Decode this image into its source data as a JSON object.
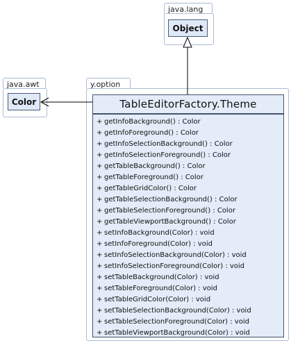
{
  "packages": {
    "java_lang": {
      "name": "java.lang",
      "class_name": "Object"
    },
    "java_awt": {
      "name": "java.awt",
      "class_name": "Color"
    },
    "y_option": {
      "name": "y.option"
    }
  },
  "main_class": {
    "name": "TableEditorFactory.Theme",
    "visibility_symbol": "+",
    "methods": [
      "getInfoBackground() : Color",
      "getInfoForeground() : Color",
      "getInfoSelectionBackground() : Color",
      "getInfoSelectionForeground() : Color",
      "getTableBackground() : Color",
      "getTableForeground() : Color",
      "getTableGridColor() : Color",
      "getTableSelectionBackground() : Color",
      "getTableSelectionForeground() : Color",
      "getTableViewportBackground() : Color",
      "setInfoBackground(Color) : void",
      "setInfoForeground(Color) : void",
      "setInfoSelectionBackground(Color) : void",
      "setInfoSelectionForeground(Color) : void",
      "setTableBackground(Color) : void",
      "setTableForeground(Color) : void",
      "setTableGridColor(Color) : void",
      "setTableSelectionBackground(Color) : void",
      "setTableSelectionForeground(Color) : void",
      "setTableViewportBackground(Color) : void"
    ]
  },
  "colors": {
    "package_border": "#a9bcd6",
    "class_fill": "#dfe9f8",
    "class_border": "#44536b",
    "edge": "#000000"
  }
}
